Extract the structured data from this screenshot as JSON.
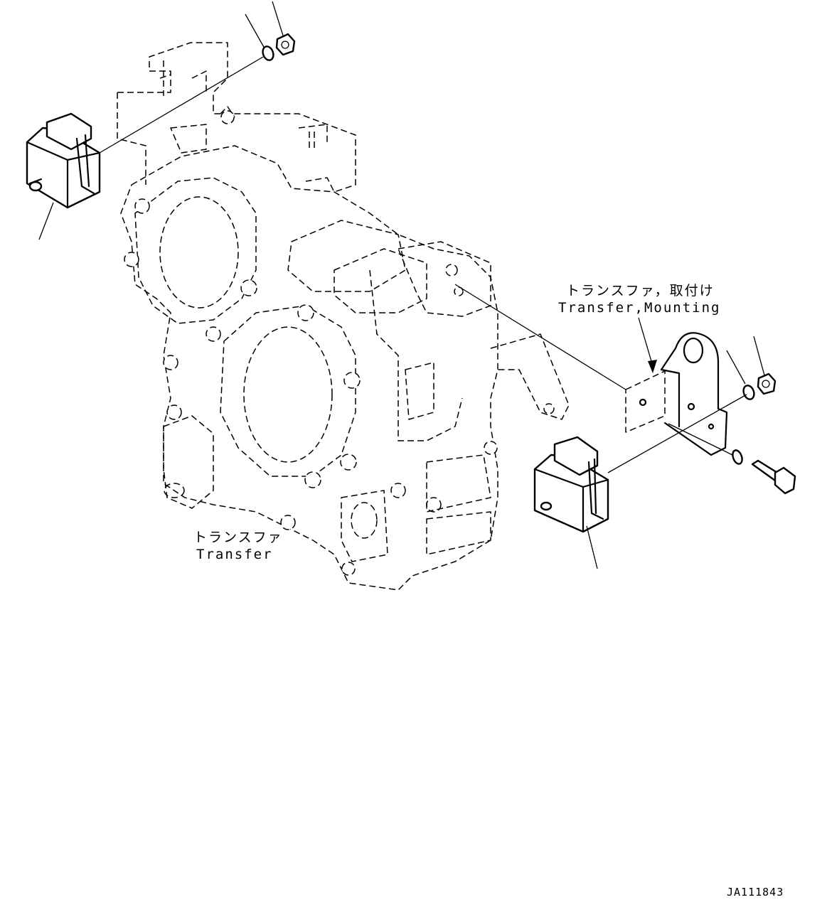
{
  "labels": {
    "transfer_jp": "トランスファ",
    "transfer_en": "Transfer",
    "mounting_jp": "トランスファ，取付け",
    "mounting_en": "Transfer,Mounting",
    "drawing_code": "JA111843"
  }
}
